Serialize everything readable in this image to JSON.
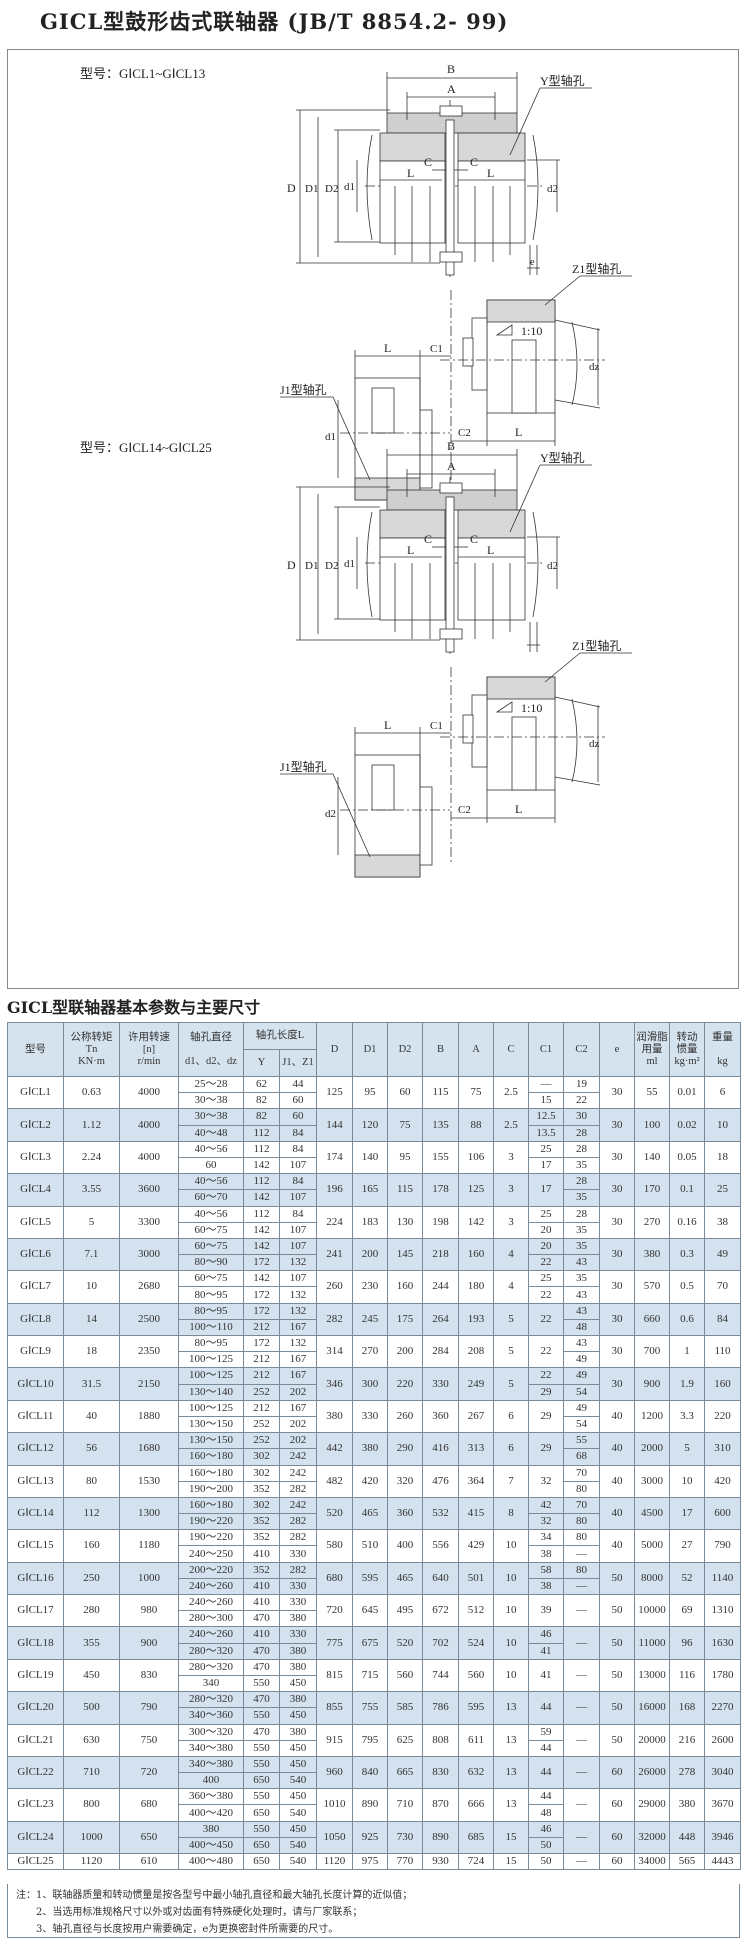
{
  "title": "GICL型鼓形齿式联轴器  (JB/T 8854.2- 99)",
  "drawings": {
    "model_range_1": "型号：GⅠCL1~GⅠCL13",
    "model_range_2": "型号：GⅠCL14~GⅠCL25",
    "labels": {
      "B": "B",
      "A": "A",
      "C": "C",
      "L": "L",
      "D": "D",
      "D1": "D1",
      "D2": "D2",
      "d1": "d1",
      "d2": "d2",
      "dz": "dz",
      "e": "e",
      "C1": "C1",
      "C2": "C2",
      "y_hole": "Y型轴孔",
      "z1_hole": "Z1型轴孔",
      "j1_hole": "J1型轴孔",
      "taper": "1:10"
    }
  },
  "table": {
    "title": "GⅠCL型联轴器基本参数与主要尺寸",
    "headers": {
      "model": "型号",
      "torque": [
        "公称转矩",
        "Tn",
        "KN·m"
      ],
      "speed": [
        "许用转速",
        "[n]",
        "r/min"
      ],
      "bore_dia": [
        "轴孔直径",
        "d1、d2、dz"
      ],
      "bore_len": "轴孔长度L",
      "Y": "Y",
      "J1Z1": "J1、Z1",
      "D": "D",
      "D1": "D1",
      "D2": "D2",
      "B": "B",
      "A": "A",
      "C": "C",
      "C1": "C1",
      "C2": "C2",
      "e": "e",
      "grease": [
        "润滑脂",
        "用量",
        "ml"
      ],
      "inertia": [
        "转动",
        "惯量",
        "kg·m²"
      ],
      "weight": [
        "重量",
        "kg"
      ]
    },
    "rows": [
      {
        "model": "GⅠCL1",
        "tn": "0.63",
        "n": "4000",
        "d": [
          "25～28",
          "30～38"
        ],
        "y": [
          "62",
          "82"
        ],
        "j": [
          "44",
          "60"
        ],
        "D": "125",
        "D1": "95",
        "D2": "60",
        "B": "115",
        "A": "75",
        "C": "2.5",
        "c1": [
          "—",
          "15"
        ],
        "c2": [
          "19",
          "22"
        ],
        "e": "30",
        "ml": "55",
        "inertia": "0.01",
        "kg": "6"
      },
      {
        "model": "GⅠCL2",
        "tn": "1.12",
        "n": "4000",
        "d": [
          "30～38",
          "40～48"
        ],
        "y": [
          "82",
          "112"
        ],
        "j": [
          "60",
          "84"
        ],
        "D": "144",
        "D1": "120",
        "D2": "75",
        "B": "135",
        "A": "88",
        "C": "2.5",
        "c1": [
          "12.5",
          "13.5"
        ],
        "c2": [
          "30",
          "28"
        ],
        "e": "30",
        "ml": "100",
        "inertia": "0.02",
        "kg": "10"
      },
      {
        "model": "GⅠCL3",
        "tn": "2.24",
        "n": "4000",
        "d": [
          "40～56",
          "60"
        ],
        "y": [
          "112",
          "142"
        ],
        "j": [
          "84",
          "107"
        ],
        "D": "174",
        "D1": "140",
        "D2": "95",
        "B": "155",
        "A": "106",
        "C": "3",
        "c1": [
          "25",
          "17"
        ],
        "c2": [
          "28",
          "35"
        ],
        "e": "30",
        "ml": "140",
        "inertia": "0.05",
        "kg": "18"
      },
      {
        "model": "GⅠCL4",
        "tn": "3.55",
        "n": "3600",
        "d": [
          "40～56",
          "60～70"
        ],
        "y": [
          "112",
          "142"
        ],
        "j": [
          "84",
          "107"
        ],
        "D": "196",
        "D1": "165",
        "D2": "115",
        "B": "178",
        "A": "125",
        "C": "3",
        "c1": "17",
        "c2": [
          "28",
          "35"
        ],
        "e": "30",
        "ml": "170",
        "inertia": "0.1",
        "kg": "25"
      },
      {
        "model": "GⅠCL5",
        "tn": "5",
        "n": "3300",
        "d": [
          "40～56",
          "60～75"
        ],
        "y": [
          "112",
          "142"
        ],
        "j": [
          "84",
          "107"
        ],
        "D": "224",
        "D1": "183",
        "D2": "130",
        "B": "198",
        "A": "142",
        "C": "3",
        "c1": [
          "25",
          "20"
        ],
        "c2": [
          "28",
          "35"
        ],
        "e": "30",
        "ml": "270",
        "inertia": "0.16",
        "kg": "38"
      },
      {
        "model": "GⅠCL6",
        "tn": "7.1",
        "n": "3000",
        "d": [
          "60～75",
          "80～90"
        ],
        "y": [
          "142",
          "172"
        ],
        "j": [
          "107",
          "132"
        ],
        "D": "241",
        "D1": "200",
        "D2": "145",
        "B": "218",
        "A": "160",
        "C": "4",
        "c1": [
          "20",
          "22"
        ],
        "c2": [
          "35",
          "43"
        ],
        "e": "30",
        "ml": "380",
        "inertia": "0.3",
        "kg": "49"
      },
      {
        "model": "GⅠCL7",
        "tn": "10",
        "n": "2680",
        "d": [
          "60～75",
          "80～95"
        ],
        "y": [
          "142",
          "172"
        ],
        "j": [
          "107",
          "132"
        ],
        "D": "260",
        "D1": "230",
        "D2": "160",
        "B": "244",
        "A": "180",
        "C": "4",
        "c1": [
          "25",
          "22"
        ],
        "c2": [
          "35",
          "43"
        ],
        "e": "30",
        "ml": "570",
        "inertia": "0.5",
        "kg": "70"
      },
      {
        "model": "GⅠCL8",
        "tn": "14",
        "n": "2500",
        "d": [
          "80～95",
          "100～110"
        ],
        "y": [
          "172",
          "212"
        ],
        "j": [
          "132",
          "167"
        ],
        "D": "282",
        "D1": "245",
        "D2": "175",
        "B": "264",
        "A": "193",
        "C": "5",
        "c1": "22",
        "c2": [
          "43",
          "48"
        ],
        "e": "30",
        "ml": "660",
        "inertia": "0.6",
        "kg": "84"
      },
      {
        "model": "GⅠCL9",
        "tn": "18",
        "n": "2350",
        "d": [
          "80～95",
          "100～125"
        ],
        "y": [
          "172",
          "212"
        ],
        "j": [
          "132",
          "167"
        ],
        "D": "314",
        "D1": "270",
        "D2": "200",
        "B": "284",
        "A": "208",
        "C": "5",
        "c1": "22",
        "c2": [
          "43",
          "49"
        ],
        "e": "30",
        "ml": "700",
        "inertia": "1",
        "kg": "110"
      },
      {
        "model": "GⅠCL10",
        "tn": "31.5",
        "n": "2150",
        "d": [
          "100～125",
          "130～140"
        ],
        "y": [
          "212",
          "252"
        ],
        "j": [
          "167",
          "202"
        ],
        "D": "346",
        "D1": "300",
        "D2": "220",
        "B": "330",
        "A": "249",
        "C": "5",
        "c1": [
          "22",
          "29"
        ],
        "c2": [
          "49",
          "54"
        ],
        "e": "30",
        "ml": "900",
        "inertia": "1.9",
        "kg": "160"
      },
      {
        "model": "GⅠCL11",
        "tn": "40",
        "n": "1880",
        "d": [
          "100～125",
          "130～150"
        ],
        "y": [
          "212",
          "252"
        ],
        "j": [
          "167",
          "202"
        ],
        "D": "380",
        "D1": "330",
        "D2": "260",
        "B": "360",
        "A": "267",
        "C": "6",
        "c1": "29",
        "c2": [
          "49",
          "54"
        ],
        "e": "40",
        "ml": "1200",
        "inertia": "3.3",
        "kg": "220"
      },
      {
        "model": "GⅠCL12",
        "tn": "56",
        "n": "1680",
        "d": [
          "130～150",
          "160～180"
        ],
        "y": [
          "252",
          "302"
        ],
        "j": [
          "202",
          "242"
        ],
        "D": "442",
        "D1": "380",
        "D2": "290",
        "B": "416",
        "A": "313",
        "C": "6",
        "c1": "29",
        "c2": [
          "55",
          "68"
        ],
        "e": "40",
        "ml": "2000",
        "inertia": "5",
        "kg": "310"
      },
      {
        "model": "GⅠCL13",
        "tn": "80",
        "n": "1530",
        "d": [
          "160～180",
          "190～200"
        ],
        "y": [
          "302",
          "352"
        ],
        "j": [
          "242",
          "282"
        ],
        "D": "482",
        "D1": "420",
        "D2": "320",
        "B": "476",
        "A": "364",
        "C": "7",
        "c1": "32",
        "c2": [
          "70",
          "80"
        ],
        "e": "40",
        "ml": "3000",
        "inertia": "10",
        "kg": "420"
      },
      {
        "model": "GⅠCL14",
        "tn": "112",
        "n": "1300",
        "d": [
          "160～180",
          "190～220"
        ],
        "y": [
          "302",
          "352"
        ],
        "j": [
          "242",
          "282"
        ],
        "D": "520",
        "D1": "465",
        "D2": "360",
        "B": "532",
        "A": "415",
        "C": "8",
        "c1": [
          "42",
          "32"
        ],
        "c2": [
          "70",
          "80"
        ],
        "e": "40",
        "ml": "4500",
        "inertia": "17",
        "kg": "600"
      },
      {
        "model": "GⅠCL15",
        "tn": "160",
        "n": "1180",
        "d": [
          "190～220",
          "240～250"
        ],
        "y": [
          "352",
          "410"
        ],
        "j": [
          "282",
          "330"
        ],
        "D": "580",
        "D1": "510",
        "D2": "400",
        "B": "556",
        "A": "429",
        "C": "10",
        "c1": [
          "34",
          "38"
        ],
        "c2": [
          "80",
          "—"
        ],
        "e": "40",
        "ml": "5000",
        "inertia": "27",
        "kg": "790"
      },
      {
        "model": "GⅠCL16",
        "tn": "250",
        "n": "1000",
        "d": [
          "200～220",
          "240～260"
        ],
        "y": [
          "352",
          "410"
        ],
        "j": [
          "282",
          "330"
        ],
        "D": "680",
        "D1": "595",
        "D2": "465",
        "B": "640",
        "A": "501",
        "C": "10",
        "c1": [
          "58",
          "38"
        ],
        "c2": [
          "80",
          "—"
        ],
        "e": "50",
        "ml": "8000",
        "inertia": "52",
        "kg": "1140"
      },
      {
        "model": "GⅠCL17",
        "tn": "280",
        "n": "980",
        "d": [
          "240～260",
          "280～300"
        ],
        "y": [
          "410",
          "470"
        ],
        "j": [
          "330",
          "380"
        ],
        "D": "720",
        "D1": "645",
        "D2": "495",
        "B": "672",
        "A": "512",
        "C": "10",
        "c1": "39",
        "c2": "—",
        "e": "50",
        "ml": "10000",
        "inertia": "69",
        "kg": "1310"
      },
      {
        "model": "GⅠCL18",
        "tn": "355",
        "n": "900",
        "d": [
          "240～260",
          "280～320"
        ],
        "y": [
          "410",
          "470"
        ],
        "j": [
          "330",
          "380"
        ],
        "D": "775",
        "D1": "675",
        "D2": "520",
        "B": "702",
        "A": "524",
        "C": "10",
        "c1": [
          "46",
          "41"
        ],
        "c2": "—",
        "e": "50",
        "ml": "11000",
        "inertia": "96",
        "kg": "1630"
      },
      {
        "model": "GⅠCL19",
        "tn": "450",
        "n": "830",
        "d": [
          "280～320",
          "340"
        ],
        "y": [
          "470",
          "550"
        ],
        "j": [
          "380",
          "450"
        ],
        "D": "815",
        "D1": "715",
        "D2": "560",
        "B": "744",
        "A": "560",
        "C": "10",
        "c1": "41",
        "c2": "—",
        "e": "50",
        "ml": "13000",
        "inertia": "116",
        "kg": "1780"
      },
      {
        "model": "GⅠCL20",
        "tn": "500",
        "n": "790",
        "d": [
          "280～320",
          "340～360"
        ],
        "y": [
          "470",
          "550"
        ],
        "j": [
          "380",
          "450"
        ],
        "D": "855",
        "D1": "755",
        "D2": "585",
        "B": "786",
        "A": "595",
        "C": "13",
        "c1": "44",
        "c2": "—",
        "e": "50",
        "ml": "16000",
        "inertia": "168",
        "kg": "2270"
      },
      {
        "model": "GⅠCL21",
        "tn": "630",
        "n": "750",
        "d": [
          "300～320",
          "340～380"
        ],
        "y": [
          "470",
          "550"
        ],
        "j": [
          "380",
          "450"
        ],
        "D": "915",
        "D1": "795",
        "D2": "625",
        "B": "808",
        "A": "611",
        "C": "13",
        "c1": [
          "59",
          "44"
        ],
        "c2": "—",
        "e": "50",
        "ml": "20000",
        "inertia": "216",
        "kg": "2600"
      },
      {
        "model": "GⅠCL22",
        "tn": "710",
        "n": "720",
        "d": [
          "340～380",
          "400"
        ],
        "y": [
          "550",
          "650"
        ],
        "j": [
          "450",
          "540"
        ],
        "D": "960",
        "D1": "840",
        "D2": "665",
        "B": "830",
        "A": "632",
        "C": "13",
        "c1": "44",
        "c2": "—",
        "e": "60",
        "ml": "26000",
        "inertia": "278",
        "kg": "3040"
      },
      {
        "model": "GⅠCL23",
        "tn": "800",
        "n": "680",
        "d": [
          "360～380",
          "400～420"
        ],
        "y": [
          "550",
          "650"
        ],
        "j": [
          "450",
          "540"
        ],
        "D": "1010",
        "D1": "890",
        "D2": "710",
        "B": "870",
        "A": "666",
        "C": "13",
        "c1": [
          "44",
          "48"
        ],
        "c2": "—",
        "e": "60",
        "ml": "29000",
        "inertia": "380",
        "kg": "3670"
      },
      {
        "model": "GⅠCL24",
        "tn": "1000",
        "n": "650",
        "d": [
          "380",
          "400～450"
        ],
        "y": [
          "550",
          "650"
        ],
        "j": [
          "450",
          "540"
        ],
        "D": "1050",
        "D1": "925",
        "D2": "730",
        "B": "890",
        "A": "685",
        "C": "15",
        "c1": [
          "46",
          "50"
        ],
        "c2": "—",
        "e": "60",
        "ml": "32000",
        "inertia": "448",
        "kg": "3946"
      },
      {
        "model": "GⅠCL25",
        "tn": "1120",
        "n": "610",
        "d": "400～480",
        "y": "650",
        "j": "540",
        "D": "1120",
        "D1": "975",
        "D2": "770",
        "B": "930",
        "A": "724",
        "C": "15",
        "c1": "50",
        "c2": "—",
        "e": "60",
        "ml": "34000",
        "inertia": "565",
        "kg": "4443"
      }
    ],
    "notes": [
      "注：1、联轴器质量和转动惯量是按各型号中最小轴孔直径和最大轴孔长度计算的近似值；",
      "2、当选用标准规格尺寸以外或对齿面有特殊硬化处理时，请与厂家联系；",
      "3、轴孔直径与长度按用户需要确定，e为更换密封件所需要的尺寸。"
    ]
  },
  "colors": {
    "header_bg": "#d5e3ee",
    "row_shade": "#d3e2ee",
    "border": "#7a8a96"
  }
}
